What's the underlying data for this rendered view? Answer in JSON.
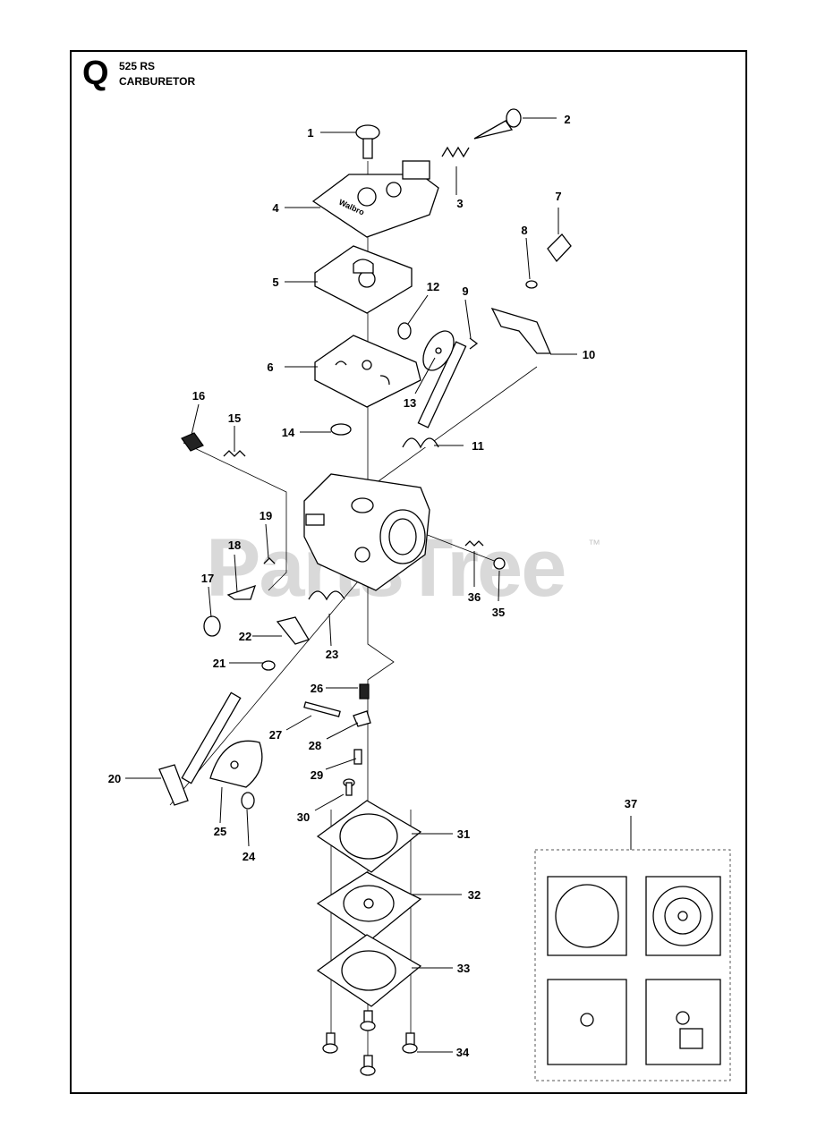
{
  "header": {
    "section_letter": "Q",
    "model": "525 RS",
    "group_title": "CARBURETOR"
  },
  "watermark": {
    "text": "PartsTree",
    "trademark": "™"
  },
  "callouts": [
    "1",
    "2",
    "3",
    "4",
    "5",
    "6",
    "7",
    "8",
    "9",
    "10",
    "11",
    "12",
    "13",
    "14",
    "15",
    "16",
    "17",
    "18",
    "19",
    "20",
    "21",
    "22",
    "23",
    "24",
    "25",
    "26",
    "27",
    "28",
    "29",
    "30",
    "31",
    "32",
    "33",
    "34",
    "35",
    "36",
    "37"
  ],
  "part_stamp": "Walbro"
}
